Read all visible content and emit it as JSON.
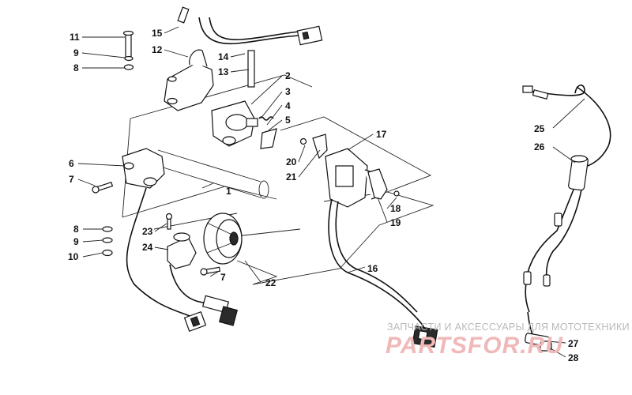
{
  "diagram": {
    "callouts": [
      {
        "id": "c1",
        "text": "1"
      },
      {
        "id": "c2",
        "text": "2"
      },
      {
        "id": "c3",
        "text": "3"
      },
      {
        "id": "c4",
        "text": "4"
      },
      {
        "id": "c5",
        "text": "5"
      },
      {
        "id": "c6",
        "text": "6"
      },
      {
        "id": "c7a",
        "text": "7"
      },
      {
        "id": "c7b",
        "text": "7"
      },
      {
        "id": "c8a",
        "text": "8"
      },
      {
        "id": "c8b",
        "text": "8"
      },
      {
        "id": "c9a",
        "text": "9"
      },
      {
        "id": "c9b",
        "text": "9"
      },
      {
        "id": "c10",
        "text": "10"
      },
      {
        "id": "c11",
        "text": "11"
      },
      {
        "id": "c12",
        "text": "12"
      },
      {
        "id": "c13",
        "text": "13"
      },
      {
        "id": "c14",
        "text": "14"
      },
      {
        "id": "c15",
        "text": "15"
      },
      {
        "id": "c16",
        "text": "16"
      },
      {
        "id": "c17",
        "text": "17"
      },
      {
        "id": "c18",
        "text": "18"
      },
      {
        "id": "c19",
        "text": "19"
      },
      {
        "id": "c20",
        "text": "20"
      },
      {
        "id": "c21",
        "text": "21"
      },
      {
        "id": "c22",
        "text": "22"
      },
      {
        "id": "c23",
        "text": "23"
      },
      {
        "id": "c24",
        "text": "24"
      },
      {
        "id": "c25",
        "text": "25"
      },
      {
        "id": "c26",
        "text": "26"
      },
      {
        "id": "c27",
        "text": "27"
      },
      {
        "id": "c28",
        "text": "28"
      }
    ]
  },
  "watermark": {
    "caption": "ЗАПЧАСТИ И АКСЕССУАРЫ ДЛЯ МОТОТЕХНИКИ",
    "logo_text": "PARTSFOR.RU",
    "logo_color": "#f0b8b8"
  }
}
